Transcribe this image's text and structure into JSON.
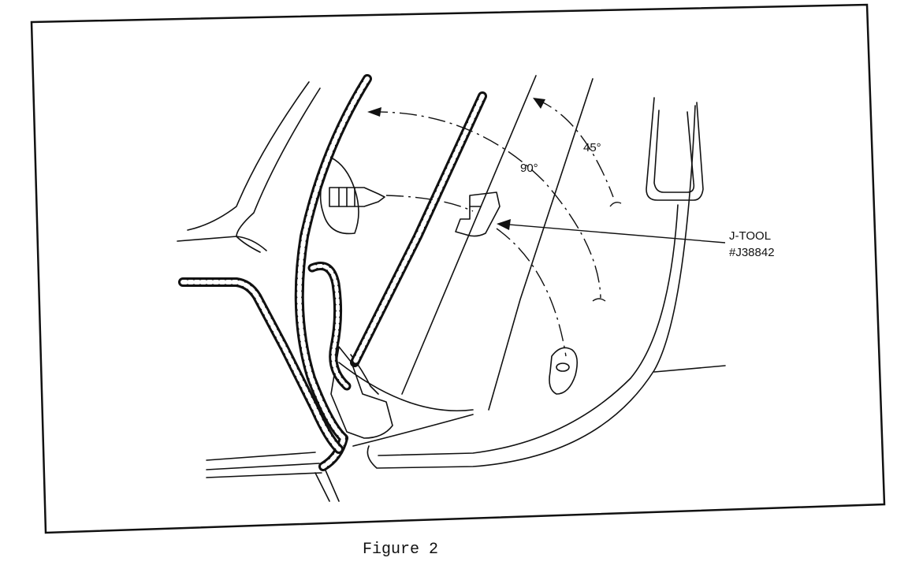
{
  "diagram": {
    "labels": {
      "angle_90": "90°",
      "angle_45": "45°",
      "tool_name": "J-TOOL",
      "tool_part_number": "#J38842"
    },
    "caption": "Figure 2"
  }
}
